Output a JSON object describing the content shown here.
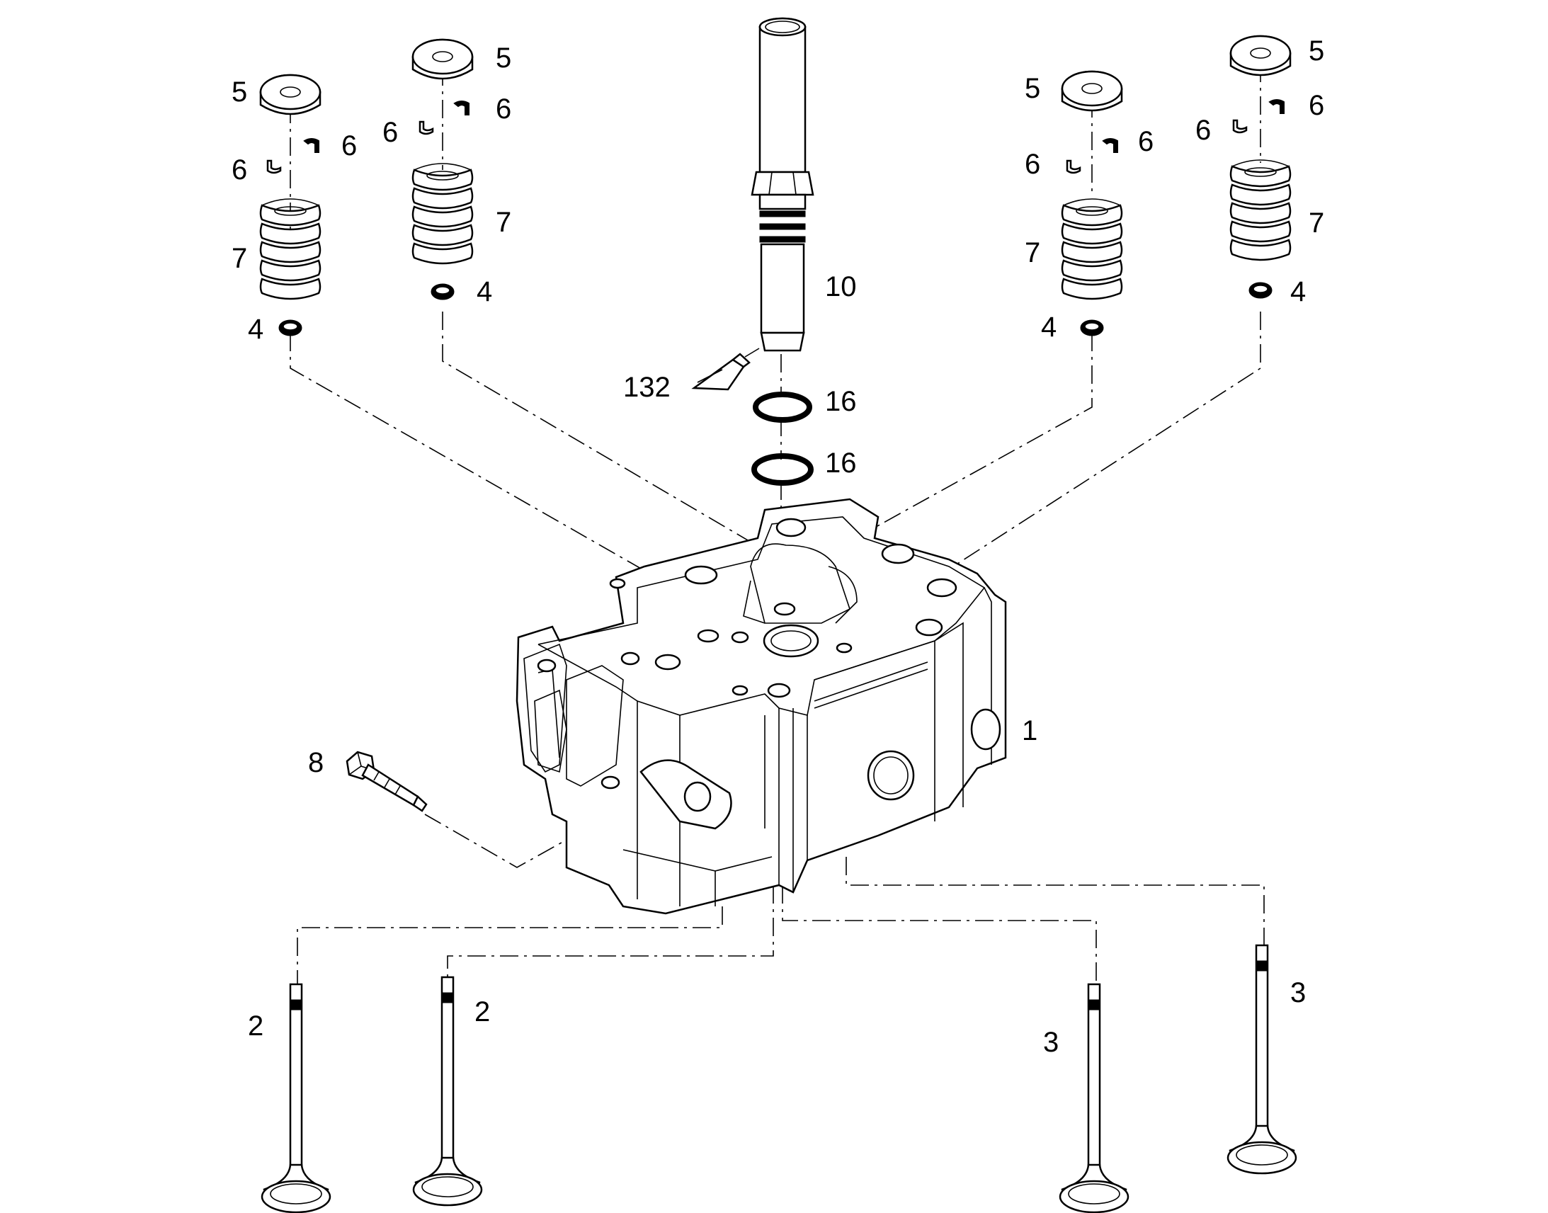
{
  "diagram": {
    "callouts": [
      {
        "id": "c5-a",
        "text": "5"
      },
      {
        "id": "c5-b",
        "text": "5"
      },
      {
        "id": "c5-c",
        "text": "5"
      },
      {
        "id": "c5-d",
        "text": "5"
      },
      {
        "id": "c6-a1",
        "text": "6"
      },
      {
        "id": "c6-a2",
        "text": "6"
      },
      {
        "id": "c6-b1",
        "text": "6"
      },
      {
        "id": "c6-b2",
        "text": "6"
      },
      {
        "id": "c6-c1",
        "text": "6"
      },
      {
        "id": "c6-c2",
        "text": "6"
      },
      {
        "id": "c6-d1",
        "text": "6"
      },
      {
        "id": "c6-d2",
        "text": "6"
      },
      {
        "id": "c7-a",
        "text": "7"
      },
      {
        "id": "c7-b",
        "text": "7"
      },
      {
        "id": "c7-c",
        "text": "7"
      },
      {
        "id": "c7-d",
        "text": "7"
      },
      {
        "id": "c4-a",
        "text": "4"
      },
      {
        "id": "c4-b",
        "text": "4"
      },
      {
        "id": "c4-c",
        "text": "4"
      },
      {
        "id": "c4-d",
        "text": "4"
      },
      {
        "id": "c10",
        "text": "10"
      },
      {
        "id": "c132",
        "text": "132"
      },
      {
        "id": "c16-a",
        "text": "16"
      },
      {
        "id": "c16-b",
        "text": "16"
      },
      {
        "id": "c1",
        "text": "1"
      },
      {
        "id": "c8",
        "text": "8"
      },
      {
        "id": "c2-a",
        "text": "2"
      },
      {
        "id": "c2-b",
        "text": "2"
      },
      {
        "id": "c3-a",
        "text": "3"
      },
      {
        "id": "c3-b",
        "text": "3"
      }
    ]
  }
}
